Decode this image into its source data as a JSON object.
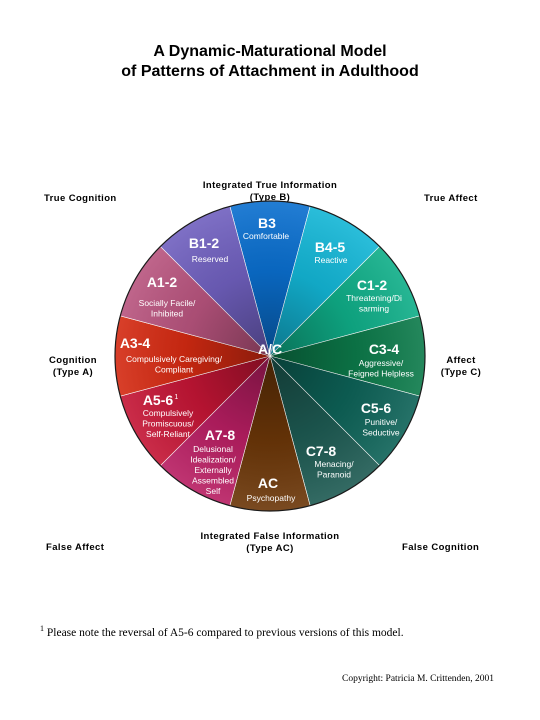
{
  "title": {
    "line1": "A Dynamic-Maturational Model",
    "line2": "of Patterns of Attachment in Adulthood"
  },
  "corners": {
    "top_left": "True Cognition",
    "top_right": "True Affect",
    "bottom_left": "False Affect",
    "bottom_right": "False Cognition"
  },
  "axes": {
    "top_line1": "Integrated True Information",
    "top_line2": "(Type B)",
    "bottom_line1": "Integrated False Information",
    "bottom_line2": "(Type AC)",
    "left_line1": "Cognition",
    "left_line2": "(Type A)",
    "right_line1": "Affect",
    "right_line2": "(Type C)"
  },
  "center_label": "A/C",
  "segments": [
    {
      "code": "B3",
      "desc": [
        "Comfortable"
      ],
      "color": "#0a6fcf"
    },
    {
      "code": "B4-5",
      "desc": [
        "Reactive"
      ],
      "color": "#13b6d6"
    },
    {
      "code": "C1-2",
      "desc": [
        "Threatening/Di",
        "sarming"
      ],
      "color": "#0fae88"
    },
    {
      "code": "C3-4",
      "desc": [
        "Aggressive/",
        "Feigned Helpless"
      ],
      "color": "#0c7a4a"
    },
    {
      "code": "C5-6",
      "desc": [
        "Punitive/",
        "Seductive"
      ],
      "color": "#0d6257"
    },
    {
      "code": "C7-8",
      "desc": [
        "Menacing/",
        "Paranoid"
      ],
      "color": "#1d5a52"
    },
    {
      "code": "AC",
      "desc": [
        "Psychopathy"
      ],
      "color": "#6b3608"
    },
    {
      "code": "A7-8",
      "desc": [
        "Delusional",
        "Idealization/",
        "Externally",
        "Assembled",
        "Self"
      ],
      "color": "#b81e62"
    },
    {
      "code": "A5-6",
      "sup": "1",
      "desc": [
        "Compulsively",
        "Promiscuous/",
        "Self-Reliant"
      ],
      "color": "#c41535"
    },
    {
      "code": "A3-4",
      "desc": [
        "Compulsively Caregiving/",
        "Compliant"
      ],
      "color": "#d42a12"
    },
    {
      "code": "A1-2",
      "desc": [
        "Socially Facile/",
        "Inhibited"
      ],
      "color": "#b8547e"
    },
    {
      "code": "B1-2",
      "desc": [
        "Reserved"
      ],
      "color": "#7060bf"
    }
  ],
  "footnote": {
    "marker": "1",
    "text": "Please note the reversal of A5-6 compared to previous versions of this model."
  },
  "copyright": "Copyright: Patricia M. Crittenden, 2001"
}
